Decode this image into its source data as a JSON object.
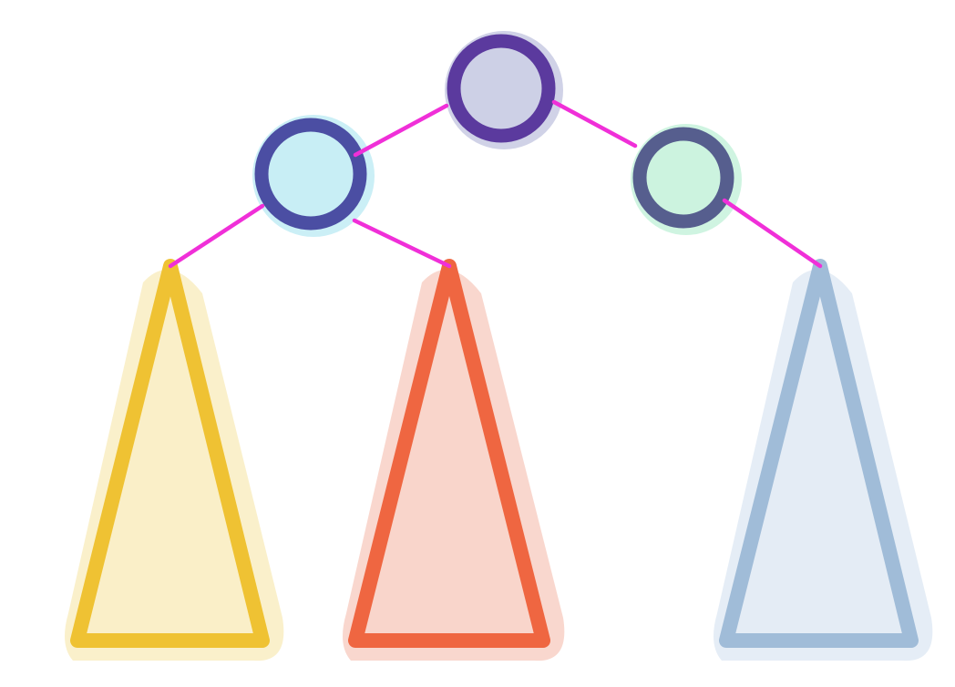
{
  "diagram": {
    "type": "tree",
    "nodes": [
      {
        "id": "root",
        "kind": "circle-node",
        "stroke": "#5b3a9e",
        "fill": "#cdd0e6",
        "halo": "#cdd0e6"
      },
      {
        "id": "left-child",
        "kind": "circle-node",
        "stroke": "#4b4ea3",
        "fill": "#c8eef5",
        "halo": "#c8eef5"
      },
      {
        "id": "right-child",
        "kind": "circle-node",
        "stroke": "#565e8e",
        "fill": "#ccf3df",
        "halo": "#ccf3df"
      },
      {
        "id": "subtree-1",
        "kind": "subtree-triangle",
        "stroke": "#efc233",
        "fill": "#faefc8",
        "halo": "#faefc8"
      },
      {
        "id": "subtree-2",
        "kind": "subtree-triangle",
        "stroke": "#ef6641",
        "fill": "#f9d5cb",
        "halo": "#f9d5cb"
      },
      {
        "id": "subtree-3",
        "kind": "subtree-triangle",
        "stroke": "#a0bcd8",
        "fill": "#e4ecf5",
        "halo": "#e4ecf5"
      }
    ],
    "edges": [
      {
        "from": "root",
        "to": "left-child"
      },
      {
        "from": "root",
        "to": "right-child"
      },
      {
        "from": "left-child",
        "to": "subtree-1"
      },
      {
        "from": "left-child",
        "to": "subtree-2"
      },
      {
        "from": "right-child",
        "to": "subtree-3"
      }
    ],
    "edge_color": "#f02fd8"
  }
}
